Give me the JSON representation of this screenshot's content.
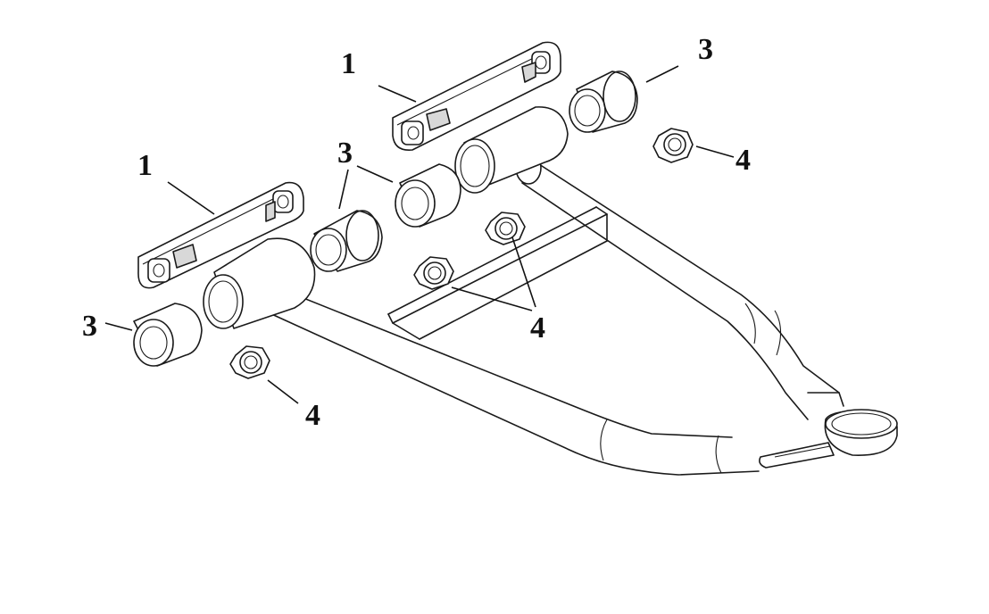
{
  "diagram": {
    "callouts": [
      {
        "id": "bracket-top",
        "label": "1"
      },
      {
        "id": "bracket-left",
        "label": "1"
      },
      {
        "id": "bushing-top-right",
        "label": "3"
      },
      {
        "id": "bushing-center",
        "label": "3"
      },
      {
        "id": "bushing-left",
        "label": "3"
      },
      {
        "id": "nut-right",
        "label": "4"
      },
      {
        "id": "nuts-center",
        "label": "4"
      },
      {
        "id": "nut-left",
        "label": "4"
      }
    ],
    "line_color": "#1a1a1a",
    "background": "#ffffff"
  }
}
